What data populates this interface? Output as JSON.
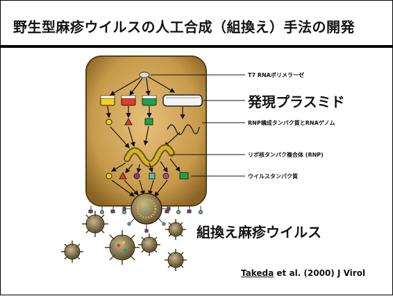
{
  "slide": {
    "title": "野生型麻疹ウイルスの人工合成（組換え）手法の開発"
  },
  "labels": {
    "t7": "T7 RNAポリメラーゼ",
    "plasmid": "発現プラスミド",
    "rnp_components": "RNP構成タンパク質とRNAゲノム",
    "rnp": "リボ核タンパク複合体 (RNP)",
    "viral_proteins": "ウイルスタンパク質",
    "recombinant_virus": "組換え麻疹ウイルス"
  },
  "citation": {
    "author": "Takeda",
    "rest": "et al. (2000) J Virol"
  },
  "colors": {
    "cell": "#c79a4a",
    "rule": "#000000",
    "plasmid_yellow": "#f2d21a",
    "plasmid_red": "#e23b2e",
    "plasmid_green": "#19a64a",
    "virus_body": "#8a7c5a"
  }
}
